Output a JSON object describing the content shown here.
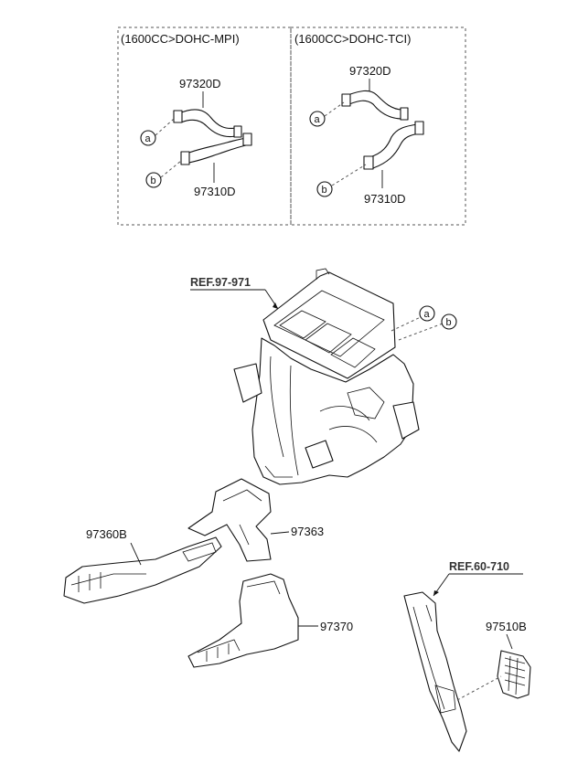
{
  "variants": [
    {
      "header": "(1600CC>DOHC-MPI)",
      "hose_upper": "97320D",
      "hose_lower": "97310D",
      "callout_a": "a",
      "callout_b": "b"
    },
    {
      "header": "(1600CC>DOHC-TCI)",
      "hose_upper": "97320D",
      "hose_lower": "97310D",
      "callout_a": "a",
      "callout_b": "b"
    }
  ],
  "main_assembly": {
    "ref_label": "REF.97-971",
    "callout_a": "a",
    "callout_b": "b"
  },
  "parts": {
    "duct_left": "97360B",
    "duct_connector": "97363",
    "duct_rear": "97370"
  },
  "trim_assembly": {
    "ref_label": "REF.60-710",
    "grille": "97510B"
  }
}
